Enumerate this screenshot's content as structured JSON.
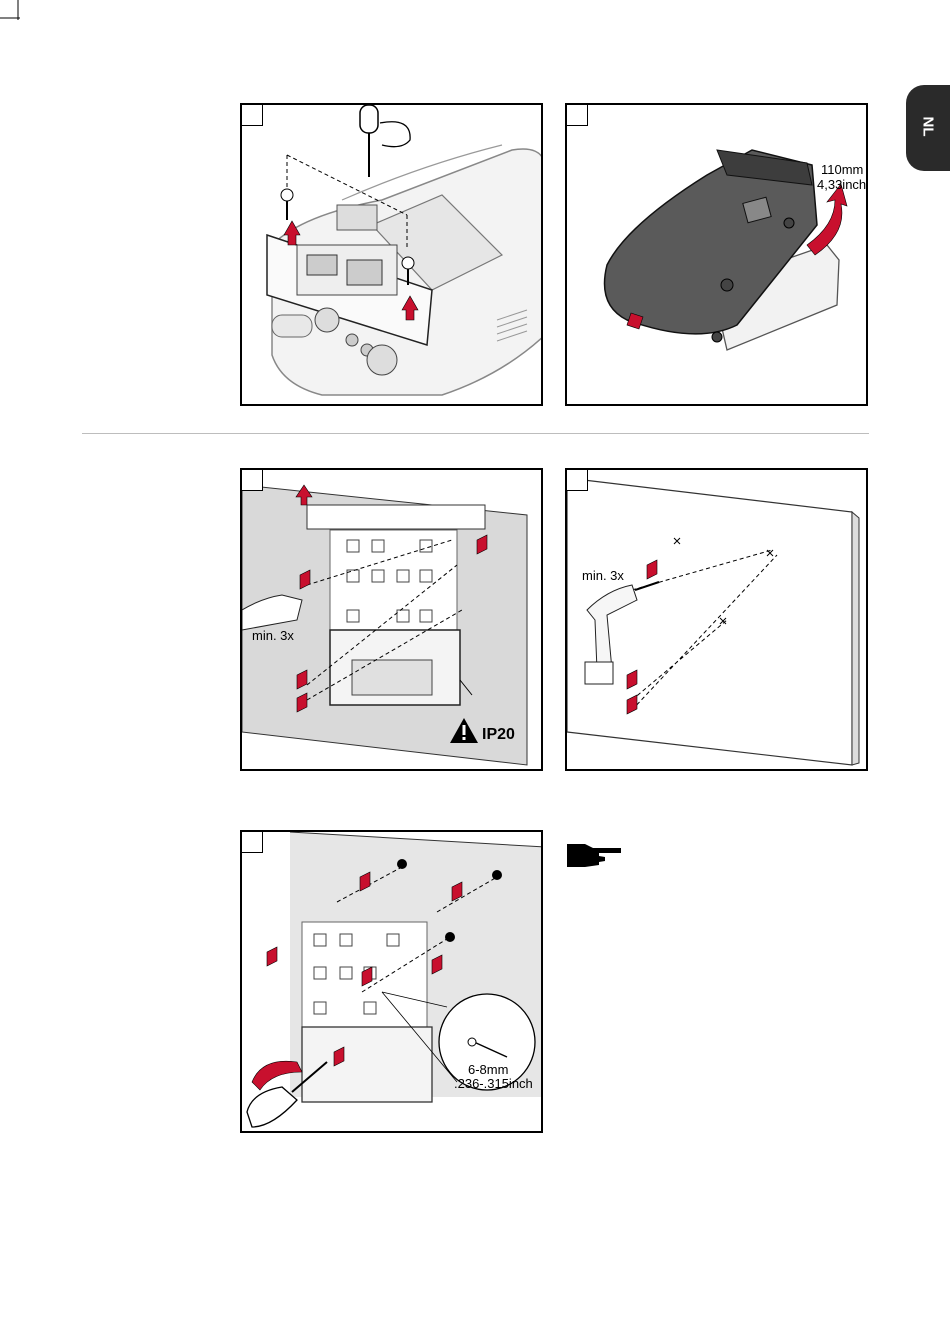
{
  "page": {
    "language_tab": "NL"
  },
  "panels": {
    "p1": {},
    "p2": {
      "dimension_mm": "110mm",
      "dimension_inch": "4,33inch"
    },
    "p3": {
      "min_label": "min. 3x",
      "ip_label": "IP20"
    },
    "p4": {
      "min_label": "min. 3x"
    },
    "p5": {
      "dimension_mm": "6-8mm",
      "dimension_inch": ".236-.315inch"
    }
  },
  "colors": {
    "accent_red": "#c8102e",
    "tab_dark": "#2a2a2a",
    "wall_gray": "#d9d9d9"
  },
  "icons": [
    "screwdriver-icon",
    "hand-pointer-icon",
    "warning-icon",
    "drill-icon"
  ]
}
